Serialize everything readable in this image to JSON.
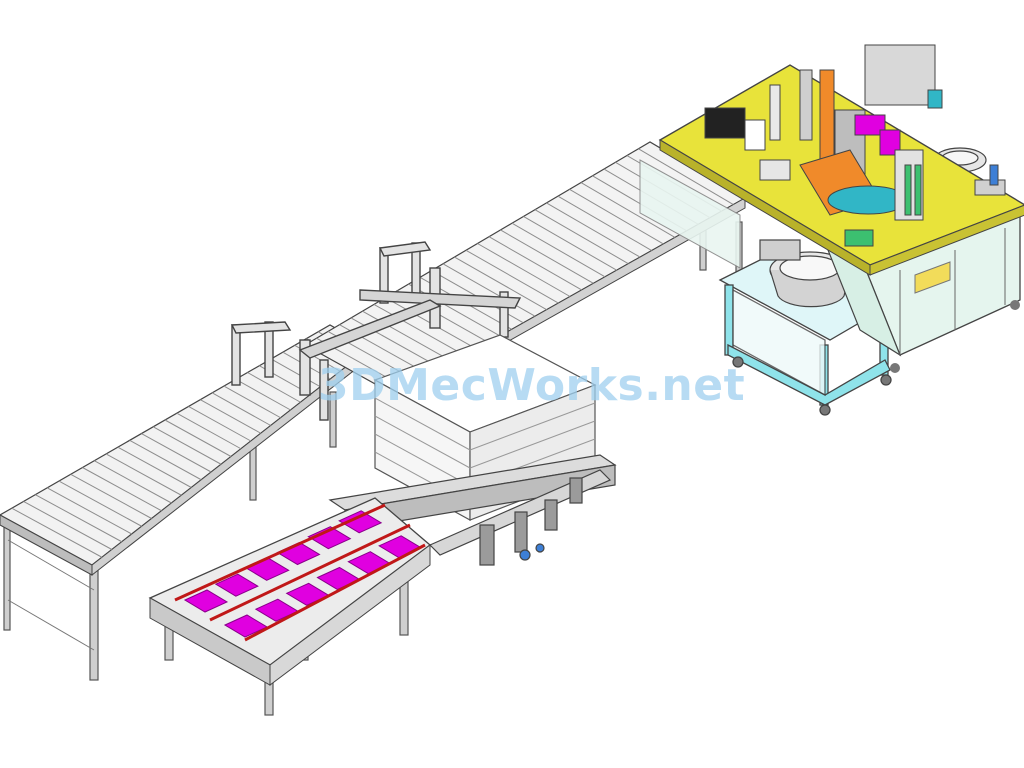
{
  "watermark": {
    "text": "3DMecWorks.net"
  },
  "colors": {
    "line": "#444444",
    "frame": "#8a8a8a",
    "roller": "#d9d9d9",
    "roller_edge": "#9a9a9a",
    "table_yellow": "#e8e33a",
    "cabinet_cyan": "#8fe3ea",
    "accent_magenta": "#e000e0",
    "accent_red": "#d62020",
    "accent_orange": "#f08a2a",
    "accent_blue": "#2f7fe0",
    "accent_green": "#3cc070",
    "glass": "#d8f2ea",
    "watermark": "#9fd0ef"
  },
  "components": {
    "left_conveyor": "roller-conveyor",
    "upper_conveyor": "roller-conveyor",
    "stacking_gantries": "gantry-frames",
    "pallet_stack": "board-stack",
    "transfer_conveyor": "belt-conveyor",
    "tray_cart": "tray-cart",
    "assembly_station": "assembly-workstation",
    "bowl_feeder": "vibratory-bowl-feeder",
    "feeder_table": "feeder-table"
  }
}
